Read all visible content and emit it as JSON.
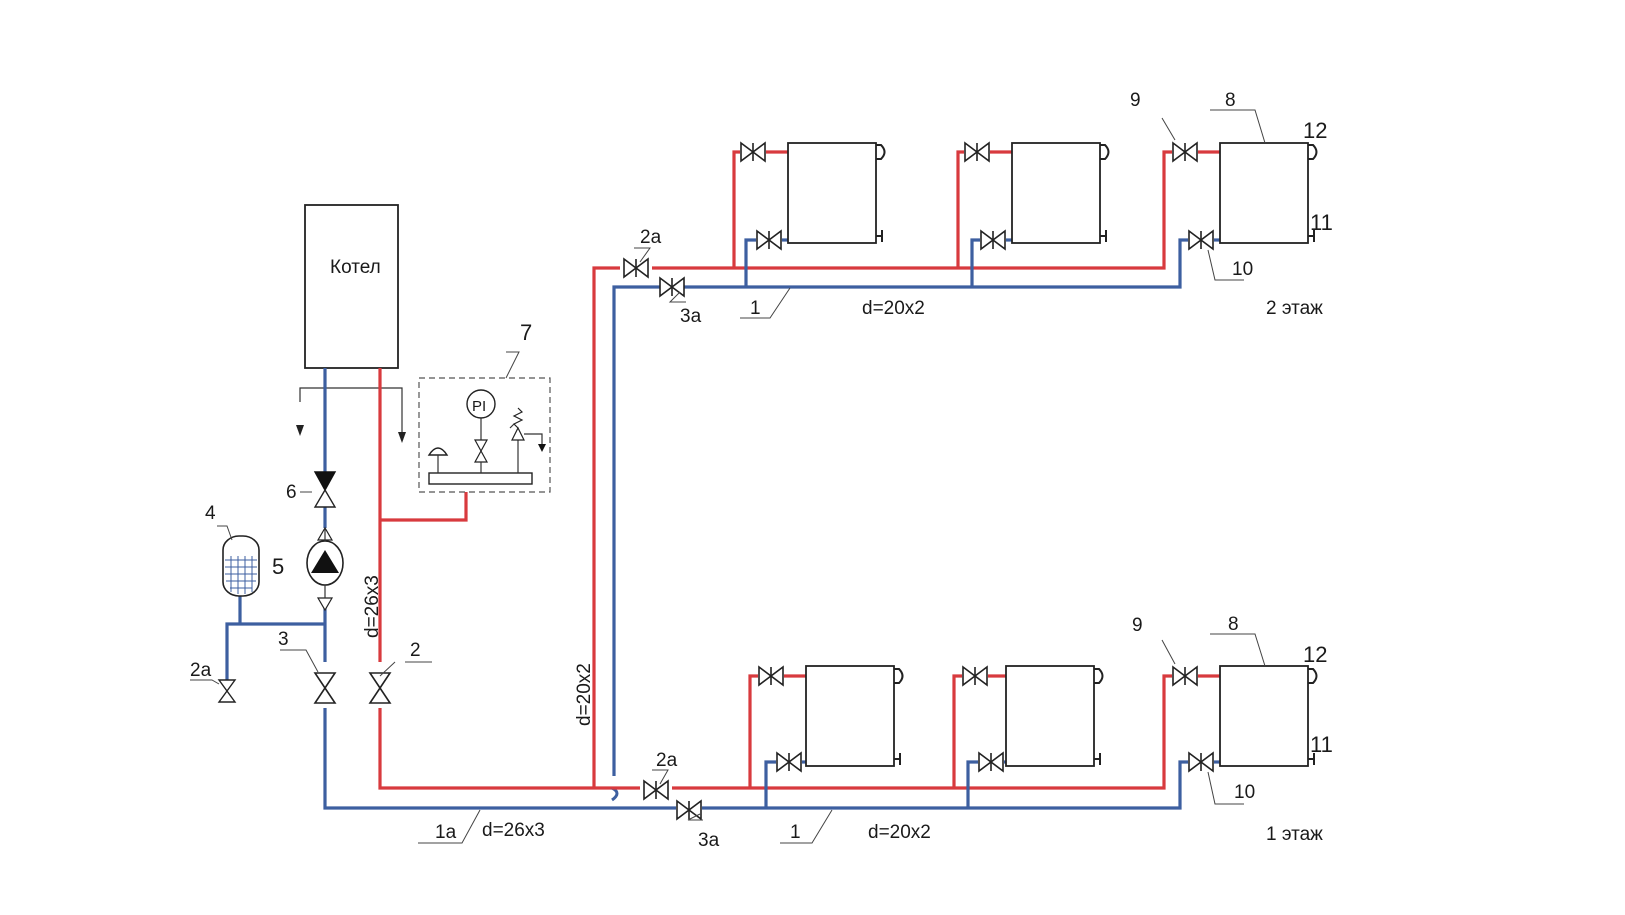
{
  "boiler": {
    "label": "Котел"
  },
  "floors": {
    "upper": "2 этаж",
    "lower": "1 этаж"
  },
  "diameters": {
    "branch_upper": "d=20x2",
    "branch_lower": "d=20x2",
    "riser": "d=20x2",
    "main_vertical": "d=26x3",
    "main_return": "d=26x3"
  },
  "gauge": {
    "label": "PI"
  },
  "callouts": {
    "n1_upper": "1",
    "n1_lower": "1",
    "n1a": "1а",
    "n2": "2",
    "n2a_left": "2а",
    "n2a_upper": "2а",
    "n2a_lower": "2а",
    "n3": "3",
    "n3a_upper": "3а",
    "n3a_lower": "3а",
    "n4": "4",
    "n5": "5",
    "n6": "6",
    "n7": "7",
    "n8_upper": "8",
    "n8_lower": "8",
    "n9_upper": "9",
    "n9_lower": "9",
    "n10_upper": "10",
    "n10_lower": "10",
    "n11_upper": "11",
    "n11_lower": "11",
    "n12_upper": "12",
    "n12_lower": "12"
  },
  "colors": {
    "supply": "#d83a3e",
    "return": "#3d5fa0",
    "line": "#333333"
  }
}
